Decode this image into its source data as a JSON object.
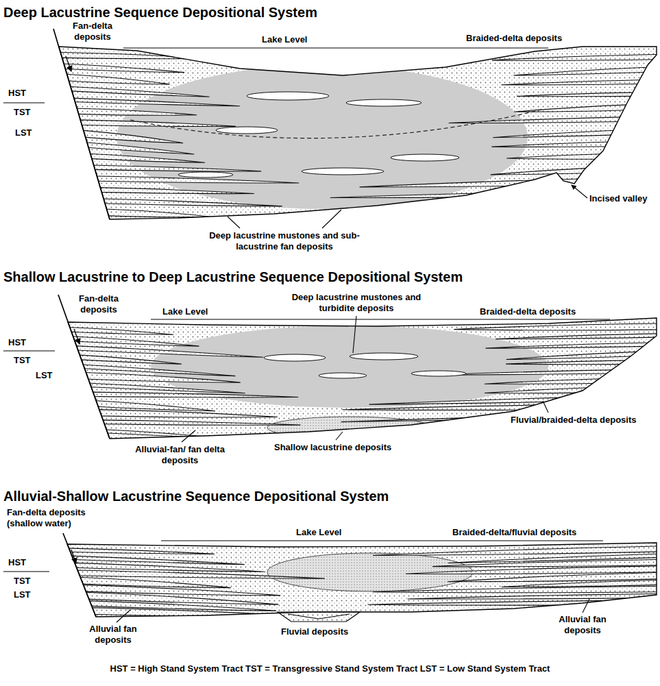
{
  "diagram": {
    "caption": "HST = High Stand System Tract TST = Transgressive Stand System Tract LST = Low Stand System Tract",
    "labels": [
      "Deep Lacustrine Sequence Depositional System",
      "Fan-delta deposits",
      "Lake Level",
      "Braided-delta deposits",
      "HST",
      "TST",
      "LST",
      "Incised valley",
      "Deep lacustrine mustones and sub-lacustrine fan deposits",
      "Shallow Lacustrine to Deep Lacustrine Sequence Depositional System",
      "Fan-delta deposits",
      "Deep lacustrine mustones and turbidite deposits",
      "Lake Level",
      "Braided-delta deposits",
      "HST",
      "TST",
      "LST",
      "Fluvial/braided-delta deposits",
      "Alluvial-fan/ fan delta deposits",
      "Shallow lacustrine deposits",
      "Alluvial-Shallow Lacustrine Sequence Depositional System",
      "Fan-delta deposits (shallow water)",
      "Lake Level",
      "Braided-delta/fluvial deposits",
      "HST",
      "TST",
      "LST",
      "Alluvial fan deposits",
      "Fluvial deposits",
      "Alluvial fan deposits"
    ]
  }
}
